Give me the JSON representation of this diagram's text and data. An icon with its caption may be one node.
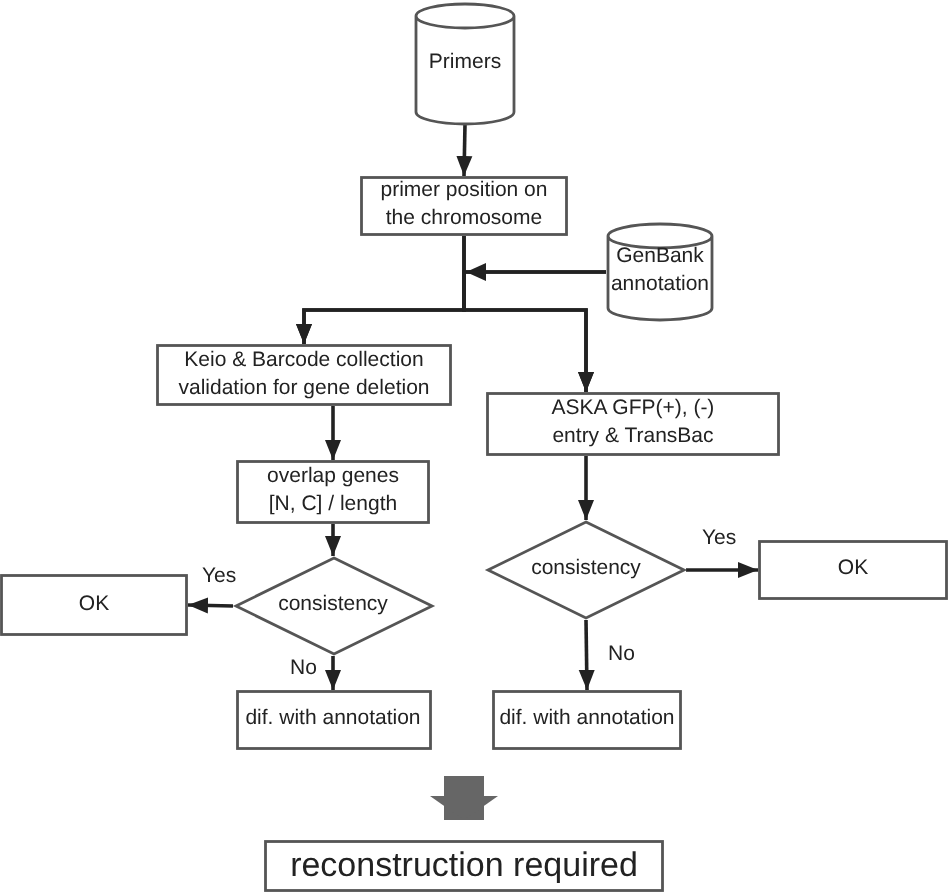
{
  "diagram": {
    "nodes": [
      {
        "text": [
          "Primers"
        ]
      },
      {
        "text": [
          "primer position on the chromosome"
        ]
      },
      {
        "text": [
          "GenBank annotation"
        ]
      },
      {
        "text": [
          "Keio & Barcode collection validation for gene deletion"
        ]
      },
      {
        "text": [
          "ASKA GFP(+), (-) entry & TransBac"
        ]
      },
      {
        "text": [
          "overlap genes [N, C] / length"
        ]
      },
      {
        "text": [
          "consistency"
        ]
      },
      {
        "text": [
          "OK"
        ]
      },
      {
        "text": [
          "dif. with annotation"
        ]
      },
      {
        "text": [
          "consistency"
        ]
      },
      {
        "text": [
          "OK"
        ]
      },
      {
        "text": [
          "dif. with annotation"
        ]
      },
      {
        "text": [
          "reconstruction required"
        ]
      }
    ],
    "edges": [
      {
        "from": 0,
        "to": 1,
        "arrow": "to"
      },
      {
        "from": 1,
        "to": 3,
        "arrow": "to"
      },
      {
        "from": 1,
        "to": 4,
        "arrow": "to"
      },
      {
        "from": 2,
        "to": 3,
        "arrow": "to"
      },
      {
        "from": 2,
        "to": 4,
        "arrow": "to"
      },
      {
        "from": 3,
        "to": 5,
        "arrow": "to"
      },
      {
        "from": 5,
        "to": 6,
        "arrow": "to"
      },
      {
        "from": 6,
        "to": 7,
        "arrow": "to",
        "label": "Yes"
      },
      {
        "from": 6,
        "to": 8,
        "arrow": "to",
        "label": "No"
      },
      {
        "from": 4,
        "to": 9,
        "arrow": "to"
      },
      {
        "from": 9,
        "to": 10,
        "arrow": "to",
        "label": "Yes"
      },
      {
        "from": 9,
        "to": 11,
        "arrow": "to",
        "label": "No"
      },
      {
        "from": null,
        "to": 12,
        "arrow": "to",
        "style": "thick",
        "color": "#666666"
      }
    ]
  }
}
